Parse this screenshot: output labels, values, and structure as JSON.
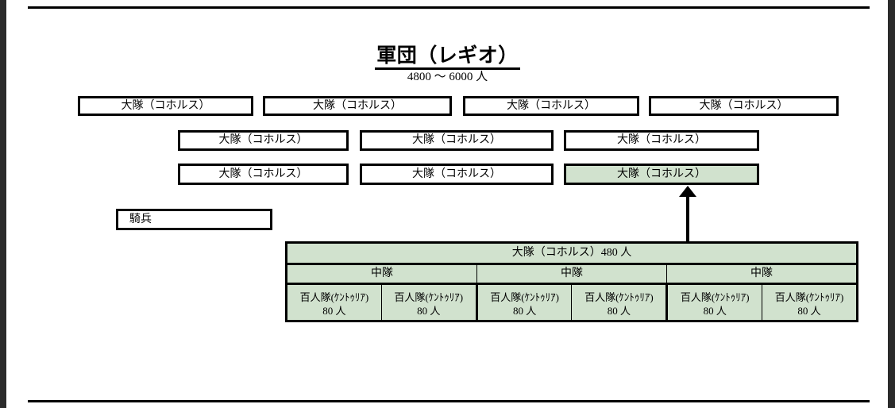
{
  "page": {
    "title_main": "軍団（レギオ）",
    "subtitle": "4800 ～ 6000 人"
  },
  "cohorts": {
    "label": "大隊（コホルス）",
    "row1": [
      {
        "label": "大隊（コホルス）"
      },
      {
        "label": "大隊（コホルス）"
      },
      {
        "label": "大隊（コホルス）"
      },
      {
        "label": "大隊（コホルス）"
      }
    ],
    "row2": [
      {
        "label": "大隊（コホルス）"
      },
      {
        "label": "大隊（コホルス）"
      },
      {
        "label": "大隊（コホルス）"
      }
    ],
    "row3": [
      {
        "label": "大隊（コホルス）"
      },
      {
        "label": "大隊（コホルス）"
      },
      {
        "label": "大隊（コホルス）",
        "highlighted": true
      }
    ]
  },
  "cavalry": {
    "label": "騎兵"
  },
  "detail": {
    "cohort_header": "大隊（コホルス）480 人",
    "maniples": [
      {
        "label": "中隊"
      },
      {
        "label": "中隊"
      },
      {
        "label": "中隊"
      }
    ],
    "centuries": [
      {
        "name": "百人隊(ｹﾝﾄｩﾘｱ)",
        "count": "80 人"
      },
      {
        "name": "百人隊(ｹﾝﾄｩﾘｱ)",
        "count": "80 人"
      },
      {
        "name": "百人隊(ｹﾝﾄｩﾘｱ)",
        "count": "80 人"
      },
      {
        "name": "百人隊(ｹﾝﾄｩﾘｱ)",
        "count": "80 人"
      },
      {
        "name": "百人隊(ｹﾝﾄｩﾘｱ)",
        "count": "80 人"
      },
      {
        "name": "百人隊(ｹﾝﾄｩﾘｱ)",
        "count": "80 人"
      }
    ]
  },
  "colors": {
    "highlight_fill": "#d1e2ce",
    "border": "#000000",
    "page_background": "#ffffff",
    "gutter": "#2b2b2b"
  }
}
